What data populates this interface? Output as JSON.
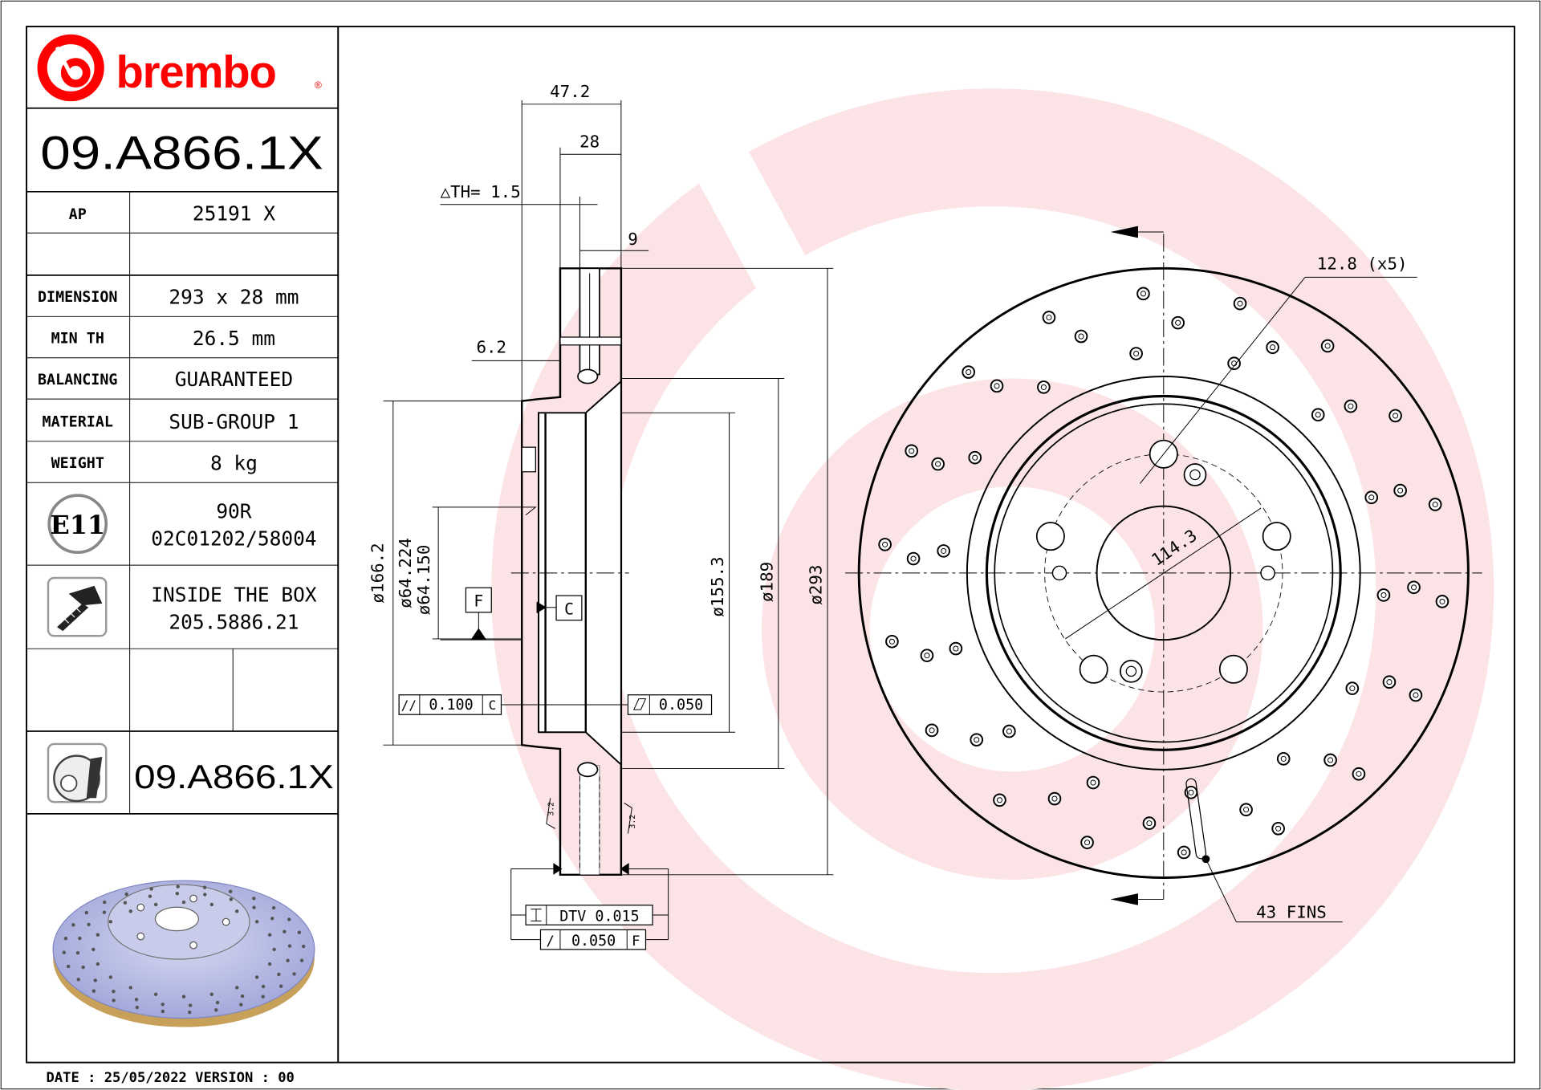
{
  "brand": {
    "name": "brembo",
    "color": "#ff0000",
    "watermark_color": "#fbe3e6"
  },
  "part_number": "09.A866.1X",
  "specs": [
    {
      "label": "AP",
      "value": "25191 X"
    },
    {
      "label": "",
      "value": ""
    },
    {
      "label": "DIMENSION",
      "value": "293 x 28 mm"
    },
    {
      "label": "MIN TH",
      "value": "26.5 mm"
    },
    {
      "label": "BALANCING",
      "value": "GUARANTEED"
    },
    {
      "label": "MATERIAL",
      "value": "SUB-GROUP 1"
    },
    {
      "label": "WEIGHT",
      "value": "8 kg"
    }
  ],
  "homologation": {
    "mark": "E11",
    "line1": "90R",
    "line2": "02C01202/58004"
  },
  "screw": {
    "icon": "screw-icon",
    "line1": "INSIDE THE BOX",
    "line2": "205.5886.21"
  },
  "product_icon_part_number": "09.A866.1X",
  "footer": {
    "text": "DATE : 25/05/2022 VERSION : 00"
  },
  "drawing": {
    "dim_47_2": "47.2",
    "dim_28": "28",
    "dim_th": "△TH= 1.5",
    "dim_9": "9",
    "dim_6_2": "6.2",
    "dia_166_2": "ø166.2",
    "dia_64_224": "ø64.224",
    "dia_64_150": "ø64.150",
    "dia_155_3": "ø155.3",
    "dia_189": "ø189",
    "dia_293": "ø293",
    "datum_f": "F",
    "datum_c": "C",
    "parallelism_symbol": "//",
    "parallelism_value": "0.100",
    "parallelism_datum": "C",
    "flatness_value": "0.050",
    "dtv_label": "DTV 0.015",
    "runout_symbol": "/",
    "runout_value": "0.050",
    "runout_datum": "F",
    "roughness_1": "3.2",
    "roughness_2": "3.2",
    "holes_label": "12.8 (x5)",
    "pcd_label": "114.3",
    "fins_label": "43 FINS"
  }
}
